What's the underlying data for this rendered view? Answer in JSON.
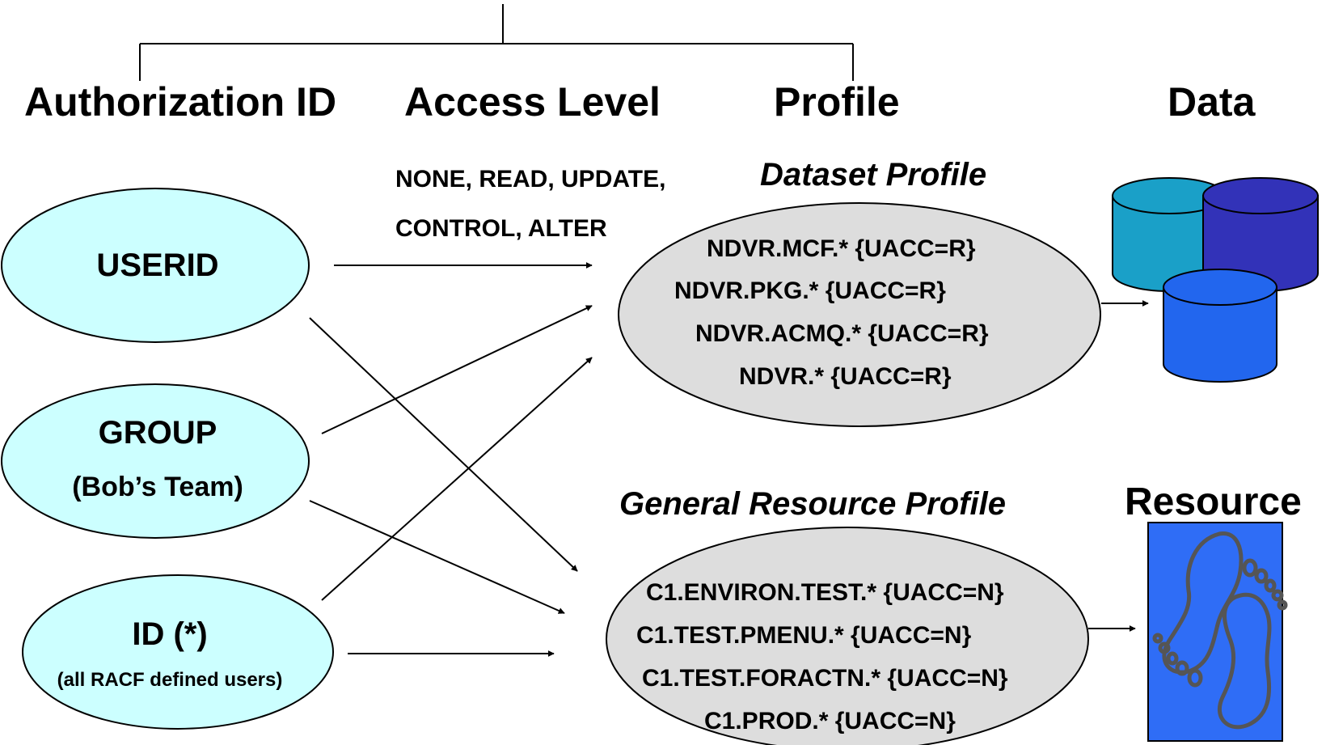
{
  "headers": {
    "authorization_id": "Authorization ID",
    "access_level": "Access Level",
    "profile": "Profile",
    "data": "Data",
    "resource": "Resource"
  },
  "access_levels": {
    "line1": "NONE, READ, UPDATE,",
    "line2": "CONTROL, ALTER"
  },
  "ids": {
    "userid": {
      "label": "USERID"
    },
    "group": {
      "label": "GROUP",
      "sub": "(Bob’s Team)"
    },
    "all": {
      "label": "ID (*)",
      "sub": "(all RACF defined users)"
    }
  },
  "dataset_profile": {
    "title": "Dataset Profile",
    "entries": [
      "NDVR.MCF.* {UACC=R}",
      "NDVR.PKG.* {UACC=R}",
      "NDVR.ACMQ.* {UACC=R}",
      "NDVR.* {UACC=R}"
    ]
  },
  "general_resource_profile": {
    "title": "General Resource Profile",
    "entries": [
      "C1.ENVIRON.TEST.* {UACC=N}",
      "C1.TEST.PMENU.* {UACC=N}",
      "C1.TEST.FORACTN.* {UACC=N}",
      "C1.PROD.* {UACC=N}"
    ]
  },
  "colors": {
    "id_fill": "#ccffff",
    "profile_fill": "#dddddd",
    "db_teal": "#1aa0c8",
    "db_navy": "#3232b8",
    "db_blue": "#2266ee",
    "resource_bg": "#2f6df6",
    "footprint": "#555555"
  }
}
